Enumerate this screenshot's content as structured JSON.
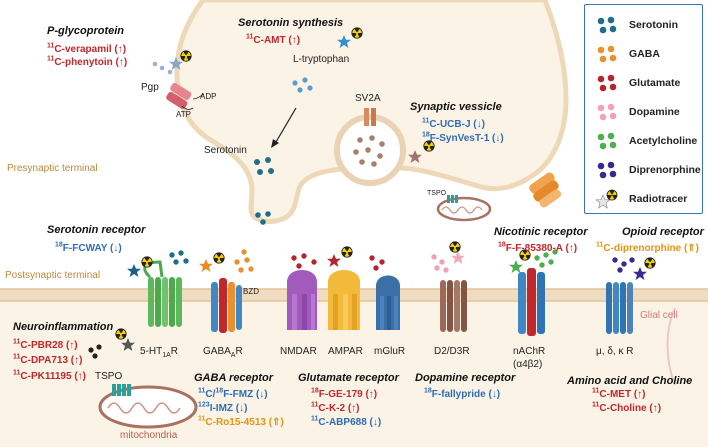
{
  "colors": {
    "serotonin": "#1f6f8b",
    "gaba": "#e8912d",
    "glutamate": "#b3262e",
    "dopamine": "#f0a3b7",
    "acetylcholine": "#4caf50",
    "diprenorphine": "#3b2a8c",
    "radiotracer": "#dddddd",
    "membrane": "#f2dcc0",
    "membrane_line": "#e6c7a0",
    "accent_red": "#c0282d",
    "accent_blue": "#2e6db4",
    "accent_orange": "#e39413"
  },
  "legend": {
    "items": [
      {
        "label": "Serotonin",
        "key": "serotonin"
      },
      {
        "label": "GABA",
        "key": "gaba"
      },
      {
        "label": "Glutamate",
        "key": "glutamate"
      },
      {
        "label": "Dopamine",
        "key": "dopamine"
      },
      {
        "label": "Acetylcholine",
        "key": "acetylcholine"
      },
      {
        "label": "Diprenorphine",
        "key": "diprenorphine"
      },
      {
        "label": "Radiotracer",
        "key": "radiotracer"
      }
    ]
  },
  "regions": {
    "presynaptic": "Presynaptic terminal",
    "postsynaptic": "Postsynaptic terminal",
    "glial": "Glial cell"
  },
  "pgp": {
    "title": "P-glycoprotein",
    "tracers": [
      "11C-verapamil (↑)",
      "11C-phenytoin (↑)"
    ],
    "label": "Pgp",
    "atp": "ATP",
    "adp": "ADP"
  },
  "serotonin_synthesis": {
    "title": "Serotonin synthesis",
    "tracers": [
      "11C-AMT (↑)"
    ],
    "precursor": "L-tryptophan",
    "product": "Serotonin"
  },
  "synaptic_vesicle": {
    "title": "Synaptic vessicle",
    "protein": "SV2A",
    "tracers": [
      "11C-UCB-J (↓)",
      "18F-SynVesT-1 (↓)"
    ]
  },
  "tspo_top": "TSPO",
  "serotonin_receptor": {
    "title": "Serotonin receptor",
    "tracers": [
      "18F-FCWAY (↓)"
    ],
    "receptor": "5-HT1AR"
  },
  "gaba_receptor": {
    "receptor": "GABAAR",
    "bzd": "BZD",
    "title": "GABA receptor",
    "tracers": [
      "11C/18F-FMZ (↓)",
      "123I-IMZ (↓)",
      "11C-Ro15-4513 (⇑)"
    ]
  },
  "glutamate_receptor": {
    "receptors": [
      "NMDAR",
      "AMPAR",
      "mGluR"
    ],
    "title": "Glutamate receptor",
    "tracers": [
      "18F-GE-179 (↑)",
      "11C-K-2 (↑)",
      "11C-ABP688 (↓)"
    ]
  },
  "dopamine_receptor": {
    "receptor": "D2/D3R",
    "title": "Dopamine receptor",
    "tracers": [
      "18F-fallypride (↓)"
    ]
  },
  "nicotinic_receptor": {
    "title": "Nicotinic receptor",
    "tracers": [
      "18F-F-85380-A (↑)"
    ],
    "receptor": "nAChR",
    "subunit": "(α4β2)"
  },
  "opioid_receptor": {
    "title": "Opioid receptor",
    "tracers": [
      "11C-diprenorphine (⇑)"
    ],
    "receptor": "μ, δ, κ R"
  },
  "neuroinflammation": {
    "title": "Neuroinflammation",
    "tracers": [
      "11C-PBR28 (↑)",
      "11C-DPA713 (↑)",
      "11C-PK11195 (↑)"
    ],
    "tspo": "TSPO",
    "organelle": "mitochondria"
  },
  "amino_acid": {
    "title": "Amino acid and Choline",
    "tracers": [
      "11C-MET (↑)",
      "11C-Choline (↑)"
    ]
  }
}
